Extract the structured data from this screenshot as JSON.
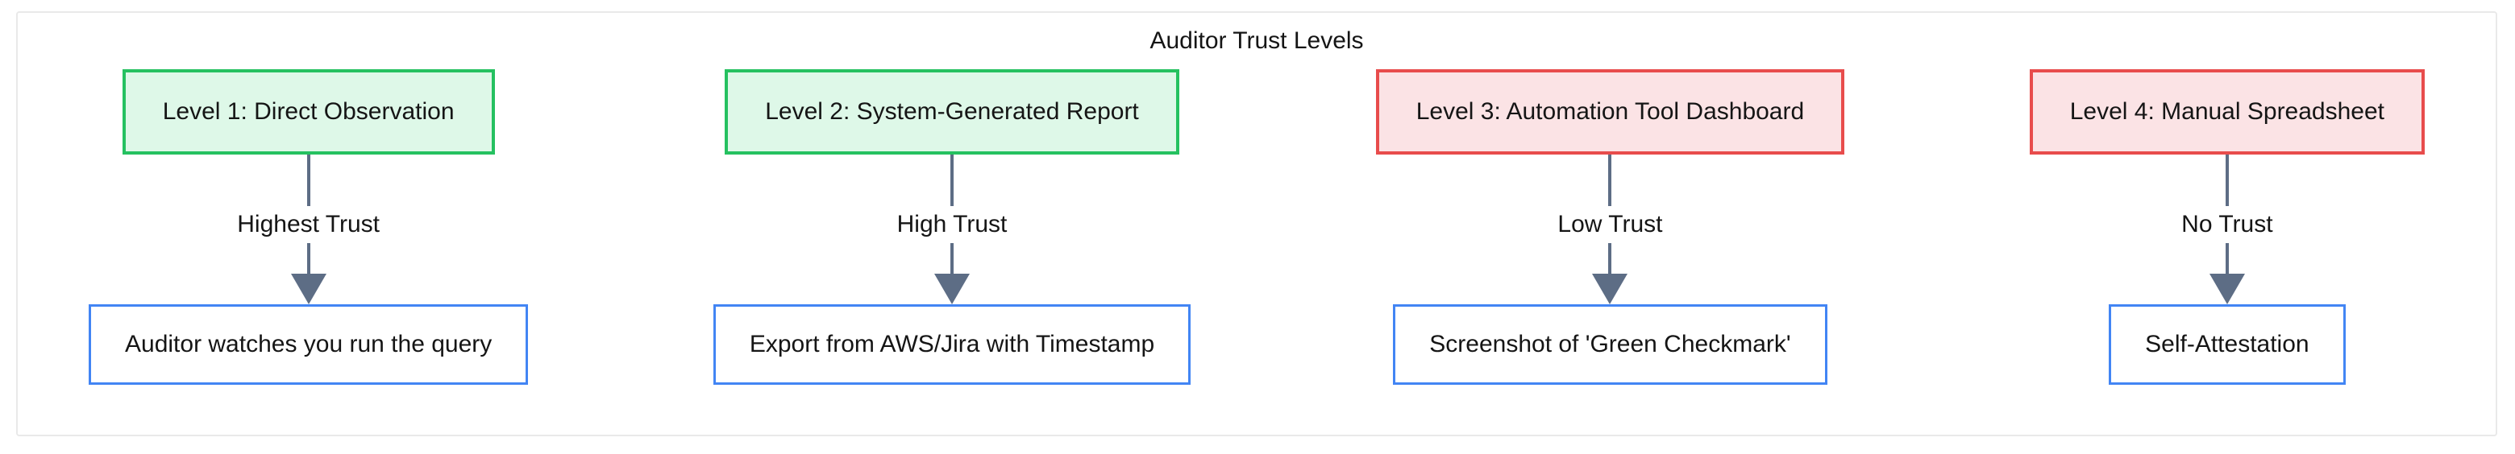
{
  "diagram": {
    "type": "flowchart-top-down",
    "title": "Auditor Trust Levels",
    "columns": [
      {
        "level": {
          "label": "Level 1: Direct Observation",
          "tone": "positive"
        },
        "edge": {
          "label": "Highest Trust"
        },
        "evidence": {
          "label": "Auditor watches you run the query"
        }
      },
      {
        "level": {
          "label": "Level 2: System-Generated Report",
          "tone": "positive"
        },
        "edge": {
          "label": "High Trust"
        },
        "evidence": {
          "label": "Export from AWS/Jira with Timestamp"
        }
      },
      {
        "level": {
          "label": "Level 3: Automation Tool Dashboard",
          "tone": "negative"
        },
        "edge": {
          "label": "Low Trust"
        },
        "evidence": {
          "label": "Screenshot of 'Green Checkmark'"
        }
      },
      {
        "level": {
          "label": "Level 4: Manual Spreadsheet",
          "tone": "negative"
        },
        "edge": {
          "label": "No Trust"
        },
        "evidence": {
          "label": "Self-Attestation"
        }
      }
    ],
    "colors": {
      "positive_fill": "#def8e8",
      "positive_border": "#25c160",
      "negative_fill": "#fbe3e5",
      "negative_border": "#e84c4c",
      "evidence_border": "#4285f4",
      "edge_arrow": "#5d6d85",
      "text": "#151515",
      "canvas_border": "#e9e9e9",
      "background": "#ffffff"
    }
  }
}
